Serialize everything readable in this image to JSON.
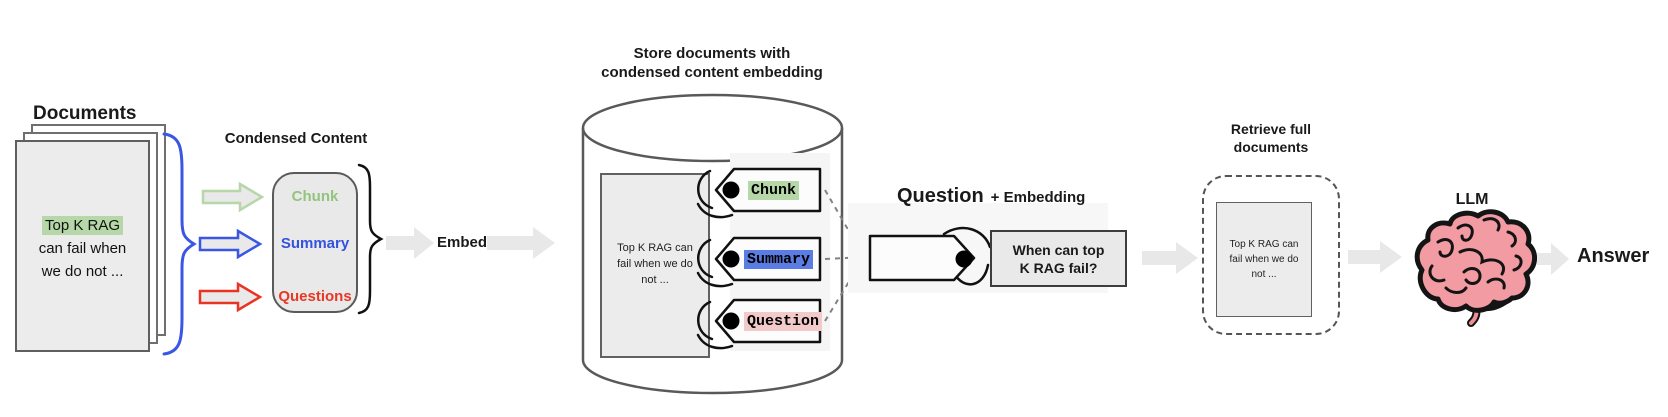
{
  "colors": {
    "arrow_gray_fill": "#e8e8e8",
    "green_accent": "#93c47d",
    "green_highlight": "#b6d7a8",
    "blue_accent": "#3352e1",
    "blue_arrow": "#3a56e4",
    "blue_highlight": "#5b7ce2",
    "red_accent": "#e73726",
    "red_arrow": "#ea3423",
    "pink_highlight": "#f2caca",
    "box_gray": "#e9e9e9",
    "brain_pink": "#f29ba3",
    "brain_dark_pink": "#e5696f"
  },
  "documents": {
    "title": "Documents",
    "page_lines": [
      "Top K RAG",
      "can fail when",
      "we do not ..."
    ]
  },
  "condensed": {
    "title": "Condensed Content",
    "items": [
      {
        "label": "Chunk",
        "color": "#93c47d"
      },
      {
        "label": "Summary",
        "color": "#3352e1"
      },
      {
        "label": "Questions",
        "color": "#e73726"
      }
    ]
  },
  "embed": {
    "label": "Embed"
  },
  "store": {
    "title_line1": "Store documents with",
    "title_line2": "condensed content embedding",
    "doc_lines": [
      "Top K RAG can",
      "fail when we do",
      "not ..."
    ],
    "tags": [
      {
        "label": "Chunk",
        "highlight": "#b6d7a8"
      },
      {
        "label": "Summary",
        "highlight": "#5b7ce2"
      },
      {
        "label": "Question",
        "highlight": "#f2caca"
      }
    ]
  },
  "query": {
    "title_main": "Question",
    "title_suffix": "+ Embedding",
    "box_lines": [
      "When can top",
      "K RAG fail?"
    ]
  },
  "retrieve": {
    "title_line1": "Retrieve full",
    "title_line2": "documents",
    "doc_lines": [
      "Top K RAG can",
      "fail when we do",
      "not ..."
    ]
  },
  "llm": {
    "label": "LLM"
  },
  "answer": {
    "label": "Answer"
  }
}
